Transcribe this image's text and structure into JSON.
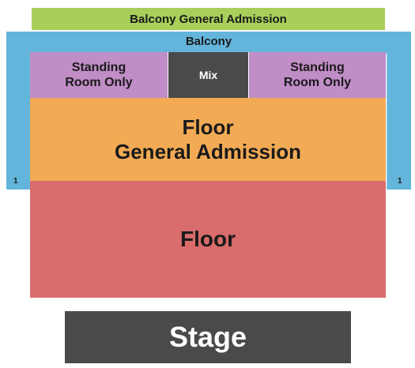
{
  "sections": {
    "balcony_ga": {
      "label": "Balcony General Admission",
      "color": "#a8cf5a"
    },
    "balcony": {
      "label": "Balcony",
      "color": "#64b5dc",
      "row_left": "1",
      "row_right": "1"
    },
    "sro_left": {
      "label": "Standing\nRoom Only",
      "color": "#c08dc6"
    },
    "mix": {
      "label": "Mix",
      "color": "#4a4a4a"
    },
    "sro_right": {
      "label": "Standing\nRoom Only",
      "color": "#c08dc6"
    },
    "floor_ga": {
      "label": "Floor\nGeneral Admission",
      "color": "#f2aa55"
    },
    "floor": {
      "label": "Floor",
      "color": "#d96c6c"
    },
    "stage": {
      "label": "Stage",
      "color": "#4a4a4a"
    }
  }
}
